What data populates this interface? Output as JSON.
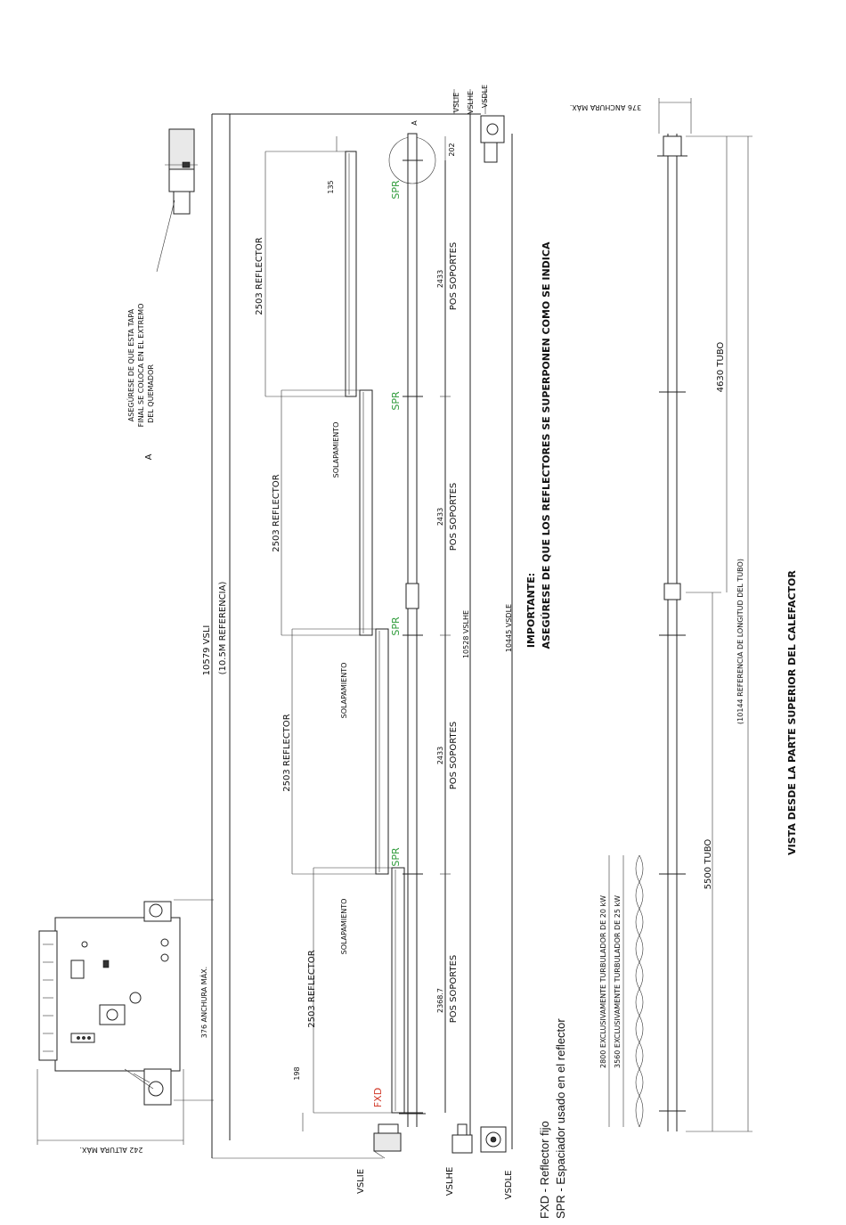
{
  "labels": {
    "vsli_top": "VSLIE",
    "vslhe_top": "VSLHE",
    "vsdle_top": "VSDLE",
    "vslie_bottom": "VSLIE",
    "vslhe_bottom": "VSLHE",
    "vsdle_bottom": "VSDLE",
    "detail_a_marker": "A",
    "detail_a_letter": "A",
    "burner_note_line1": "ASEGÚRESE DE QUE ESTA TAPA",
    "burner_note_line2": "FINAL SE COLOCA EN EL EXTREMO",
    "burner_note_line3": "DEL QUEMADOR",
    "dim_202": "202",
    "dim_135": "135",
    "dim_198": "198",
    "reflector_1": "2503 REFLECTOR",
    "reflector_2": "2503 REFLECTOR",
    "reflector_3": "2503 REFLECTOR",
    "reflector_4": "2503 REFLECTOR",
    "overlap_1": "SOLAPAMIENTO",
    "overlap_2": "SOLAPAMIENTO",
    "overlap_3": "SOLAPAMIENTO",
    "spr_1": "SPR",
    "spr_2": "SPR",
    "spr_3": "SPR",
    "spr_4": "SPR",
    "fxd": "FXD",
    "supports_dim_1": "2433",
    "supports_dim_2": "2433",
    "supports_dim_3": "2433",
    "supports_dim_4": "2368.7",
    "supports_label_1": "POS SOPORTES",
    "supports_label_2": "POS SOPORTES",
    "supports_label_3": "POS SOPORTES",
    "supports_label_4": "POS SOPORTES",
    "total_vsli": "10579 VSLI",
    "total_ref": "(10.5M REFERENCIA)",
    "total_vslhe": "10528 VSLHE",
    "total_vsdle": "10445 VSDLE",
    "important_title": "IMPORTANTE:",
    "important_text": "ASEGÚRESE DE QUE LOS REFLECTORES SE SUPERPONEN COMO SE INDICA",
    "width_max_top": "376 ANCHURA MÁX.",
    "width_max_side": "376 ANCHURA MÁX.",
    "height_max": "242 ALTURA MÁX.",
    "tube_4630": "4630 TUBO",
    "tube_5500": "5500 TUBO",
    "tube_ref": "(10144 REFERENCIA DE LONGITUD DEL TUBO)",
    "turbulator_20": "2800 EXCLUSIVAMENTE TURBULADOR DE 20 kW",
    "turbulator_25": "3560 EXCLUSIVAMENTE TURBULADOR DE 25 kW",
    "view_title": "VISTA DESDE LA PARTE SUPERIOR DEL CALEFACTOR"
  },
  "legend": {
    "fxd": "FXD - Reflector fijo",
    "spr": "SPR - Espaciador usado en el reflector"
  },
  "colors": {
    "spr": "#2e9b3a",
    "fxd": "#d23a2a",
    "line": "#222222"
  }
}
